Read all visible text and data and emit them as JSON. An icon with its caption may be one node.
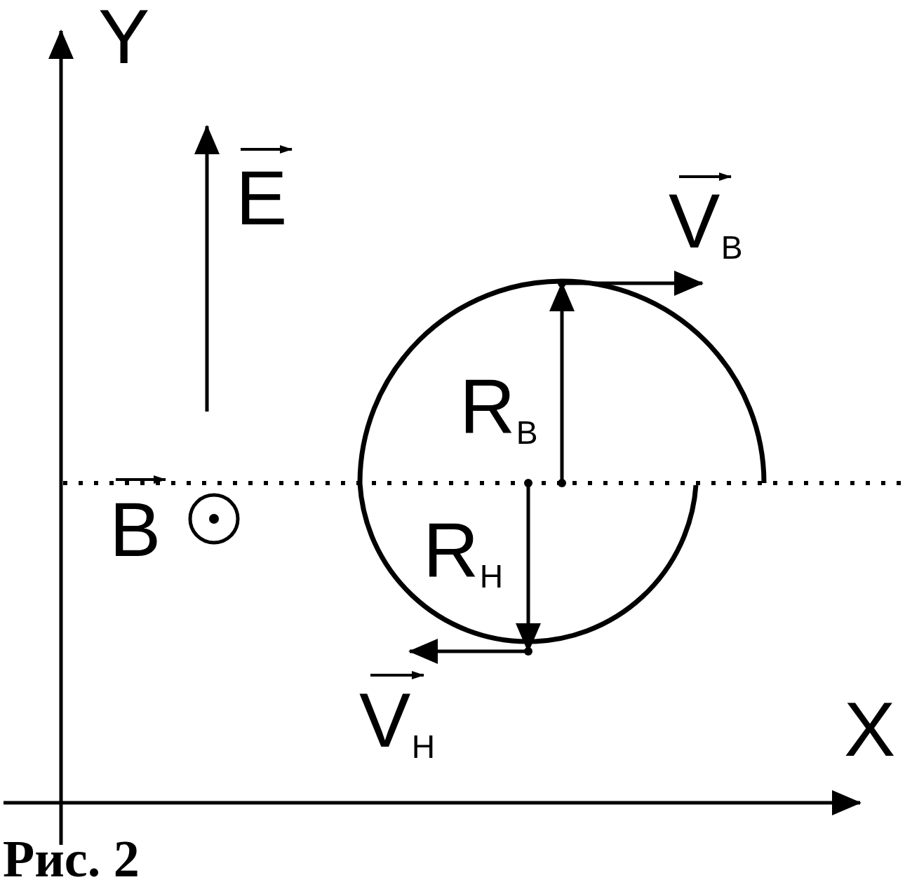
{
  "diagram": {
    "caption": "Рис. 2",
    "labels": [
      "Y",
      "E",
      "V$_{B}$",
      "R$_{B}$",
      "B",
      "R$_{H}$",
      "V$_{H}$",
      "X"
    ]
  }
}
